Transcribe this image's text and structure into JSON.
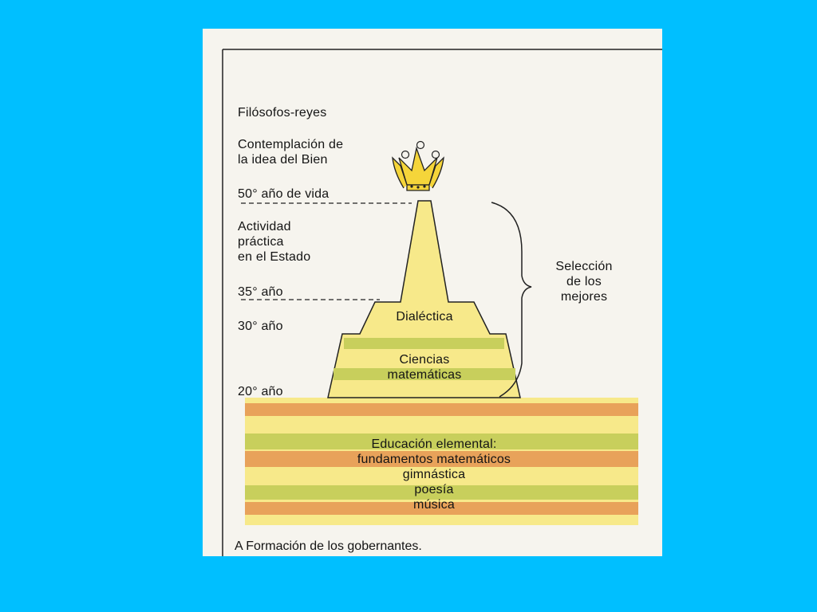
{
  "palette": {
    "frame_bg": "#00bfff",
    "paper": "#f6f4ee",
    "pyramid_yellow": "#f7e98a",
    "band_green": "#c8cf5c",
    "band_orange": "#e8a25a",
    "crown_fill": "#f5d53a",
    "ink": "#141414"
  },
  "diagram": {
    "top_title": "Filósofos-reyes",
    "contemplation": [
      "Contemplación de",
      "la idea del Bien"
    ],
    "age_50": "50° año de vida",
    "practical_activity": [
      "Actividad",
      "práctica",
      "en el Estado"
    ],
    "age_35": "35° año",
    "age_30": "30° año",
    "age_20": "20° año",
    "dialectics": "Dialéctica",
    "math_sciences": [
      "Ciencias",
      "matemáticas"
    ],
    "selection": [
      "Selección",
      "de los",
      "mejores"
    ],
    "elementary": [
      "Educación elemental:",
      "fundamentos matemáticos",
      "gimnástica",
      "poesía",
      "música"
    ],
    "caption": "A  Formación de los gobernantes."
  }
}
